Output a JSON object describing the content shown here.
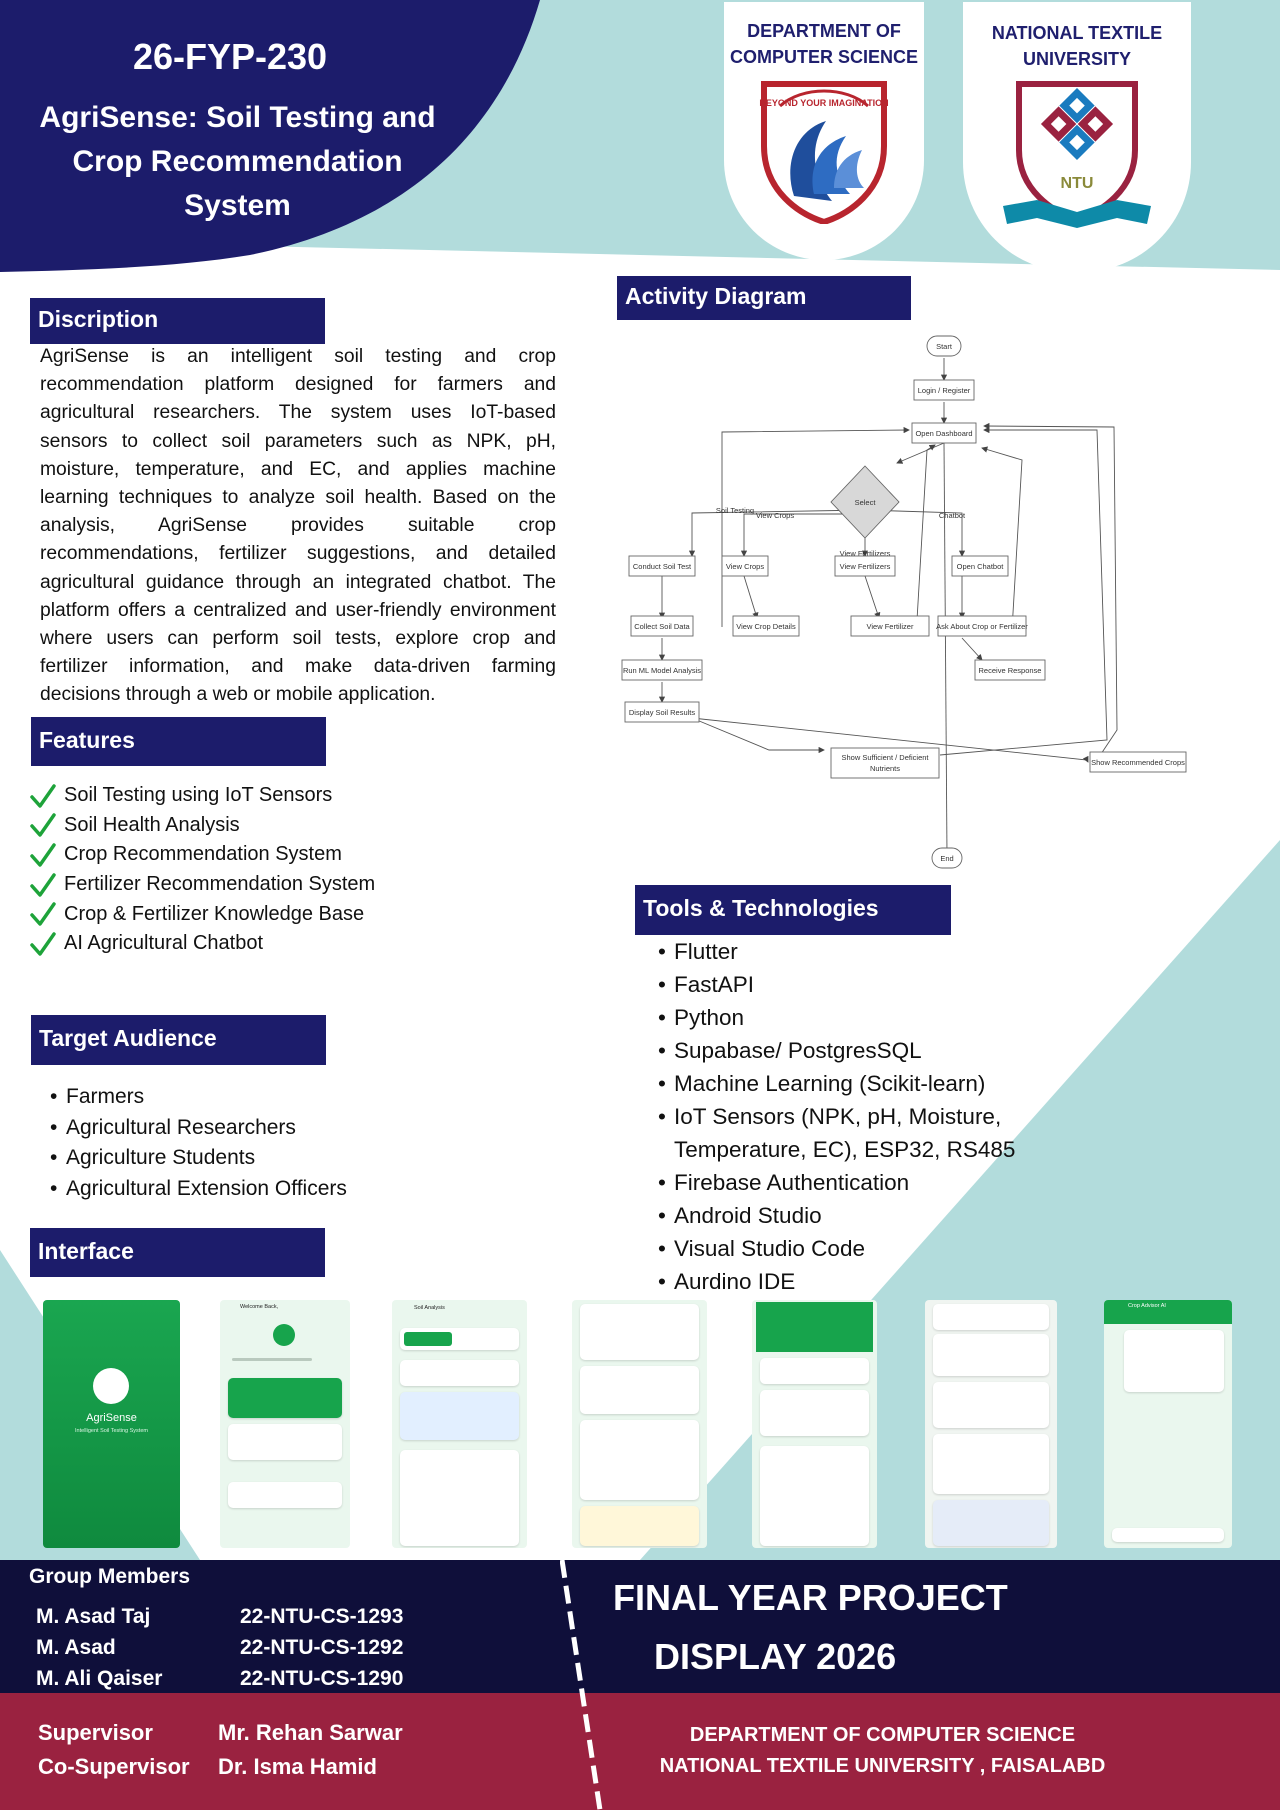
{
  "colors": {
    "navy": "#1c1c6b",
    "teal": "#b2dcdc",
    "footer_navy": "#0f0f3a",
    "footer_maroon": "#9a2240",
    "accent_green": "#17a44c"
  },
  "header": {
    "project_code": "26-FYP-230",
    "title": "AgriSense: Soil Testing and Crop Recommendation System"
  },
  "logos": {
    "dept_title": "DEPARTMENT OF COMPUTER SCIENCE",
    "dept_badge_text": "BEYOND YOUR IMAGINATION",
    "uni_title": "NATIONAL TEXTILE UNIVERSITY",
    "uni_badge_text": "NTU"
  },
  "description": {
    "heading": "Discription",
    "text": "AgriSense is an intelligent soil testing and crop recommendation platform designed for farmers and agricultural researchers. The system uses IoT-based sensors to collect soil parameters such as NPK, pH, moisture, temperature, and EC, and applies machine learning techniques to analyze soil health. Based on the analysis, AgriSense provides suitable crop recommendations, fertilizer suggestions, and detailed agricultural guidance through an integrated chatbot. The platform offers a centralized and user-friendly environment where users can perform soil tests, explore crop and fertilizer information, and make data-driven farming decisions through a web or mobile application."
  },
  "features": {
    "heading": "Features",
    "icon": "check-icon",
    "items": [
      "Soil Testing using IoT Sensors",
      "Soil Health Analysis",
      "Crop Recommendation System",
      "Fertilizer Recommendation System",
      "Crop & Fertilizer Knowledge Base",
      "AI Agricultural Chatbot"
    ]
  },
  "audience": {
    "heading": "Target Audience",
    "items": [
      "Farmers",
      "Agricultural Researchers",
      "Agriculture Students",
      "Agricultural Extension Officers"
    ]
  },
  "activity": {
    "heading": "Activity Diagram",
    "nodes": {
      "start": "Start",
      "login": "Login / Register",
      "dashboard": "Open Dashboard",
      "select": "Select",
      "conduct": "Conduct Soil Test",
      "view_crops": "View Crops",
      "view_fert": "View Fertilizers",
      "open_chat": "Open Chatbot",
      "collect": "Collect Soil Data",
      "crop_details": "View Crop Details",
      "view_fertilizer": "View Fertilizer",
      "ask": "Ask About Crop or Fertilizer",
      "run_ml": "Run ML Model Analysis",
      "receive": "Receive Response",
      "display": "Display Soil Results",
      "nutrients_1": "Show Sufficient / Deficient",
      "nutrients_2": "Nutrients",
      "recommended": "Show Recommended Crops",
      "end": "End"
    },
    "edges": {
      "soil_testing": "Soil Testing",
      "view_crops": "View Crops",
      "view_fertilizers": "View Fertilizers",
      "chatbot": "Chatbot"
    }
  },
  "tools": {
    "heading": "Tools & Technologies",
    "items": [
      "Flutter",
      "FastAPI",
      "Python",
      "Supabase/ PostgresSQL",
      "Machine Learning (Scikit-learn)",
      "IoT Sensors (NPK, pH, Moisture, Temperature, EC), ESP32, RS485",
      "Firebase Authentication",
      "Android Studio",
      "Visual Studio Code",
      "Aurdino IDE"
    ]
  },
  "interface": {
    "heading": "Interface",
    "splash_name": "AgriSense",
    "splash_tagline": "Intelligent Soil Testing System",
    "welcome": "Welcome Back,",
    "soil_analysis": "Soil Analysis",
    "chat_title": "Crop Advisor AI"
  },
  "footer": {
    "group_heading": "Group Members",
    "members": [
      {
        "name": "M. Asad Taj",
        "id": "22-NTU-CS-1293"
      },
      {
        "name": "M. Asad",
        "id": "22-NTU-CS-1292"
      },
      {
        "name": "M. Ali Qaiser",
        "id": "22-NTU-CS-1290"
      }
    ],
    "final_line1": "FINAL YEAR PROJECT",
    "final_line2": "DISPLAY 2026",
    "supervisor_label": "Supervisor",
    "supervisor_name": "Mr. Rehan Sarwar",
    "cosupervisor_label": "Co-Supervisor",
    "cosupervisor_name": "Dr. Isma Hamid",
    "dept_line1": "DEPARTMENT OF COMPUTER SCIENCE",
    "dept_line2": "NATIONAL TEXTILE UNIVERSITY , FAISALABD"
  }
}
